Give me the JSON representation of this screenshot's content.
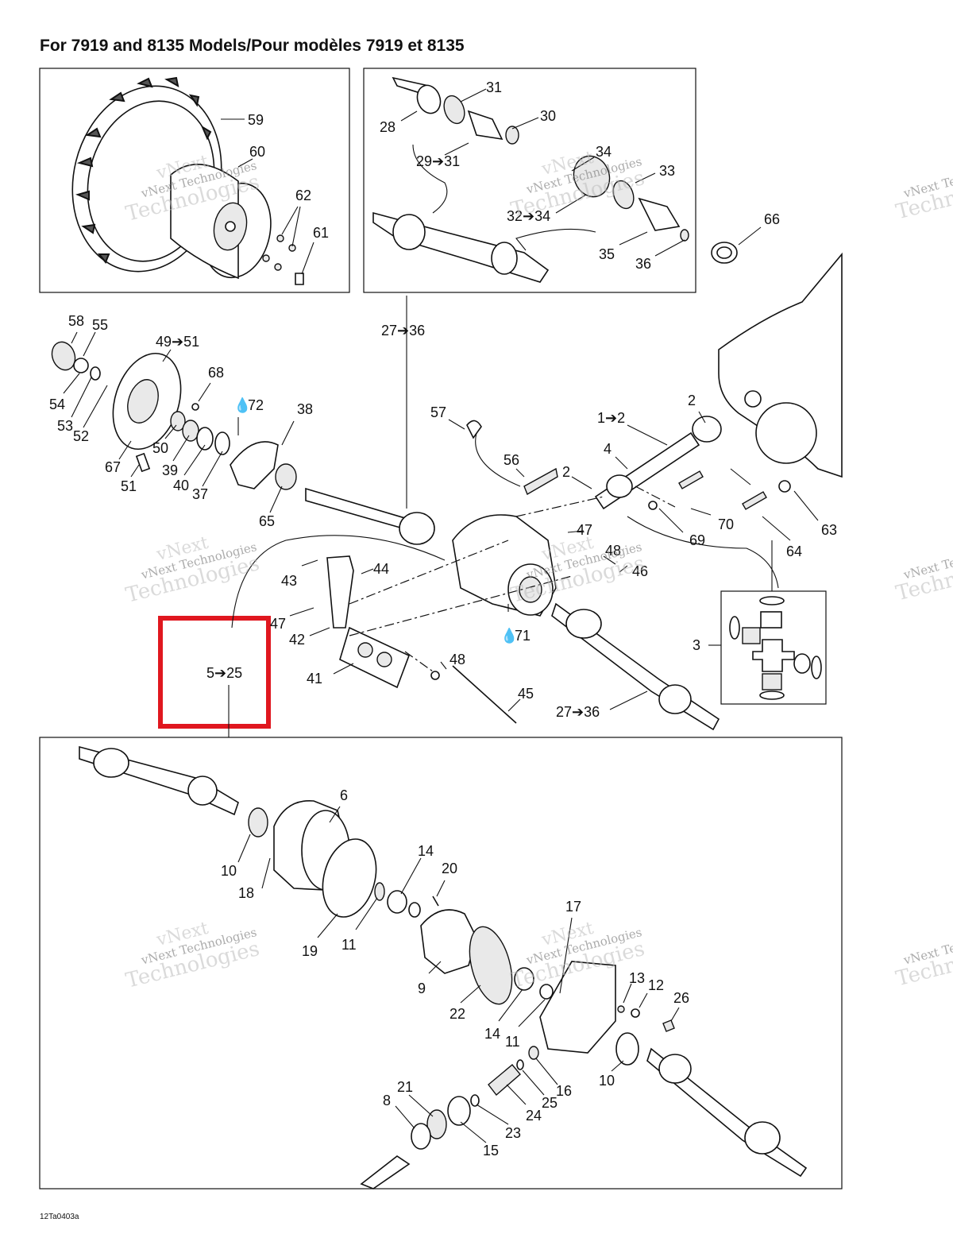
{
  "title": "For 7919 and 8135 Models/Pour modèles 7919 et 8135",
  "figure_id": "12Ta0403a",
  "watermark": {
    "line1": "vNext",
    "line2": "vNext Technologies",
    "line3": "Technologies"
  },
  "highlight_color": "#e0171f",
  "callouts": {
    "c59": "59",
    "c60": "60",
    "c62": "62",
    "c61": "61",
    "c31": "31",
    "c30": "30",
    "c28": "28",
    "c29_31": "29➔31",
    "c34": "34",
    "c33": "33",
    "c32_34": "32➔34",
    "c35": "35",
    "c36": "36",
    "c66": "66",
    "c58": "58",
    "c55": "55",
    "c49_51": "49➔51",
    "c68": "68",
    "c72": "72",
    "c38": "38",
    "c54": "54",
    "c53": "53",
    "c52": "52",
    "c50": "50",
    "c67": "67",
    "c39": "39",
    "c40": "40",
    "c37": "37",
    "c51": "51",
    "c65": "65",
    "c27_36_top": "27➔36",
    "c57": "57",
    "c56": "56",
    "c1_2": "1➔2",
    "c2a": "2",
    "c4": "4",
    "c2b": "2",
    "c70": "70",
    "c63": "63",
    "c69": "69",
    "c64": "64",
    "c47a": "47",
    "c48a": "48",
    "c46": "46",
    "c43": "43",
    "c44": "44",
    "c47b": "47",
    "c42": "42",
    "c71": "71",
    "c3": "3",
    "c48b": "48",
    "c41": "41",
    "c45": "45",
    "c27_36_bot": "27➔36",
    "c5_25": "5➔25",
    "c6": "6",
    "c10a": "10",
    "c18": "18",
    "c14a": "14",
    "c20": "20",
    "c19": "19",
    "c11a": "11",
    "c17": "17",
    "c9": "9",
    "c22": "22",
    "c13": "13",
    "c12": "12",
    "c26": "26",
    "c14b": "14",
    "c11b": "11",
    "c10b": "10",
    "c16": "16",
    "c21": "21",
    "c8": "8",
    "c25": "25",
    "c24": "24",
    "c23": "23",
    "c15": "15"
  }
}
